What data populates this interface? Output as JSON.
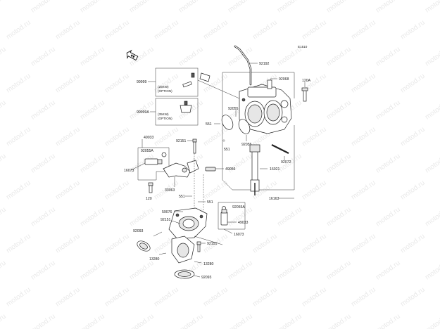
{
  "diagram_code": "E1510",
  "watermark_text": "motod.ru",
  "colors": {
    "line": "#222222",
    "background": "#ffffff",
    "watermark": "#e9e9e9"
  },
  "labels": {
    "p92192": "92192",
    "p92068": "92068",
    "p120a": "120A",
    "p99999": "99999",
    "opt25": "(25KW)",
    "optA": "(OPTION)",
    "p99999a": "99999A",
    "opt35": "(35KW)",
    "optB": "(OPTION)",
    "p92055a": "92055",
    "p551a": "551",
    "p551b": "551",
    "p92055b": "92055",
    "p16021": "16021",
    "p92072": "92072",
    "p16163": "16163",
    "p49033a": "49033",
    "p92055Aa": "92055A",
    "p16073a": "16073",
    "p92151a": "92151",
    "p49056": "49056",
    "p33063": "33063",
    "p120": "120",
    "p551c": "551",
    "p551d": "551",
    "p59076": "59076",
    "p92151b": "92151",
    "p92093a": "92093",
    "p92055Ab": "92055A",
    "p49033b": "49033",
    "p16073b": "16073",
    "p92151c": "92151",
    "p13280a": "13280",
    "p13280b": "13280",
    "p92093b": "92093"
  }
}
